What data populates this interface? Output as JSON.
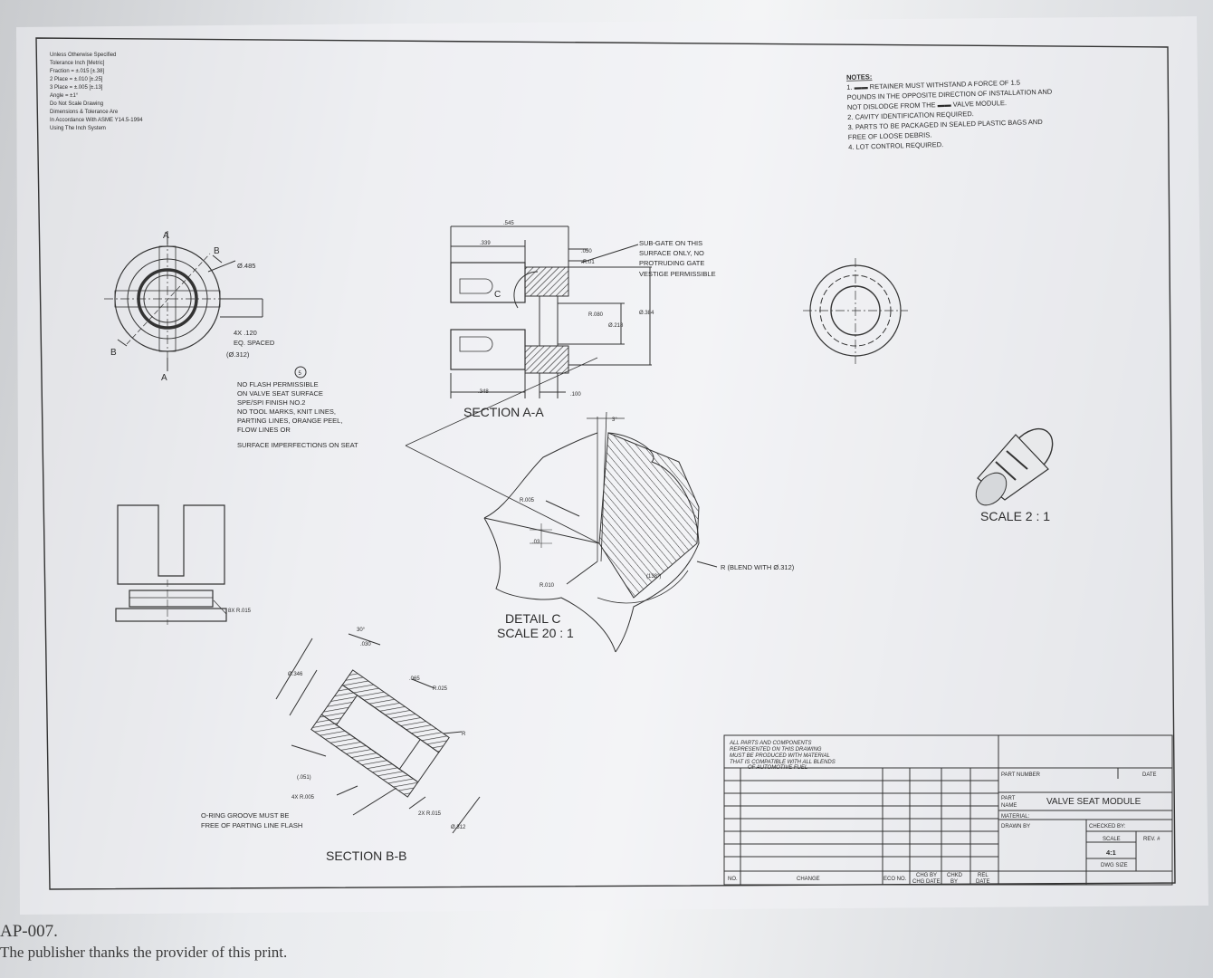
{
  "tolerance_block": {
    "lines": [
      "Unless Otherwise Specified",
      "Tolerance          Inch [Metric]",
      "Fraction      = ±.015  [±.38]",
      "2 Place       = ±.010  [±.25]",
      "3 Place       = ±.005  [±.13]",
      "Angle         = ±1°",
      "Do Not Scale Drawing",
      "Dimensions & Tolerance Are",
      "In Accordance With ASME Y14.5-1994",
      "Using The Inch System"
    ]
  },
  "notes": {
    "title": "NOTES:",
    "lines": [
      "1. ▬▬ RETAINER MUST WITHSTAND A FORCE OF 1.5",
      "POUNDS IN THE OPPOSITE DIRECTION OF INSTALLATION AND",
      "NOT DISLODGE FROM THE ▬▬ VALVE MODULE.",
      "2. CAVITY IDENTIFICATION REQUIRED.",
      "3. PARTS TO BE PACKAGED IN SEALED PLASTIC BAGS AND",
      "FREE OF LOOSE DEBRIS.",
      "4. LOT CONTROL REQUIRED."
    ]
  },
  "front_view": {
    "label_a_top": "A",
    "label_a_bottom": "A",
    "label_b_top": "B",
    "label_b_left": "B",
    "dia": "Ø.485",
    "spaced_1": "4X .120",
    "spaced_2": "EQ. SPACED",
    "spaced_3": "(Ø.312)"
  },
  "flash_note": {
    "balloon": "5",
    "lines": [
      "NO FLASH PERMISSIBLE",
      "ON VALVE SEAT SURFACE",
      "SPE/SPI FINISH NO.2",
      "NO TOOL MARKS, KNIT LINES,",
      "PARTING LINES, ORANGE PEEL,",
      "FLOW LINES OR",
      "SURFACE IMPERFECTIONS ON SEAT"
    ]
  },
  "section_aa": {
    "title": "SECTION A-A",
    "dim_545": ".545",
    "dim_339": ".339",
    "dim_050": ".050",
    "r01": "R.01",
    "r080": "R.080",
    "dia218": "Ø.218",
    "dia384": "Ø.384",
    "dim_348": ".348",
    "dim_100": ".100",
    "detail_tag": "C",
    "subgate": [
      "SUB-GATE ON THIS",
      "SURFACE ONLY, NO",
      "PROTRUDING GATE",
      "VESTIGE PERMISSIBLE"
    ]
  },
  "detail_c": {
    "title": "DETAIL  C",
    "scale": "SCALE 20 : 1",
    "angle": "3°",
    "r005": "R.005",
    "dim_03": ".03",
    "r010": "R.010",
    "angle_138": "(138°)",
    "blend": "R (BLEND WITH Ø.312)"
  },
  "side_view": {
    "r015": "8X R.015"
  },
  "section_bb": {
    "title": "SECTION  B-B",
    "angle": "30°",
    "dim_030": ".030",
    "dia346": "Ø.346",
    "dim_065": ".065",
    "r025": "R.025",
    "r": "R",
    "dim_051": "(.051)",
    "r005": "4X R.005",
    "r015": "2X R.015",
    "dia312": "Ø.312",
    "oring_1": "O-RING GROOVE MUST BE",
    "oring_2": "FREE OF PARTING LINE FLASH"
  },
  "iso_view": {
    "scale": "SCALE 2 : 1"
  },
  "title_block": {
    "material_note": [
      "ALL PARTS AND COMPONENTS",
      "REPRESENTED ON THIS DRAWING",
      "MUST BE PRODUCED WITH MATERIAL",
      "THAT IS COMPATIBLE WITH ALL BLENDS",
      "OF AUTOMOTIVE FUEL"
    ],
    "part_number": "PART NUMBER",
    "date": "DATE",
    "part_name_label_1": "PART",
    "part_name_label_2": "NAME",
    "part_name": "VALVE SEAT MODULE",
    "material": "MATERIAL:",
    "drawn_by": "DRAWN BY",
    "checked_by": "CHECKED BY:",
    "scale_label": "SCALE",
    "scale_value": "4:1",
    "dwg_size": "DWG SIZE",
    "rev": "REV. #",
    "col_no": "NO.",
    "col_change": "CHANGE",
    "col_eco": "ECO NO.",
    "col_chg_by": "CHG BY",
    "col_chg_date": "CHG DATE",
    "col_chkd_1": "CHKD",
    "col_chkd_2": "BY",
    "col_rel_1": "REL",
    "col_rel_2": "DATE"
  },
  "caption": {
    "line1": "AP-007.",
    "line2": "The publisher thanks the provider of this print."
  }
}
